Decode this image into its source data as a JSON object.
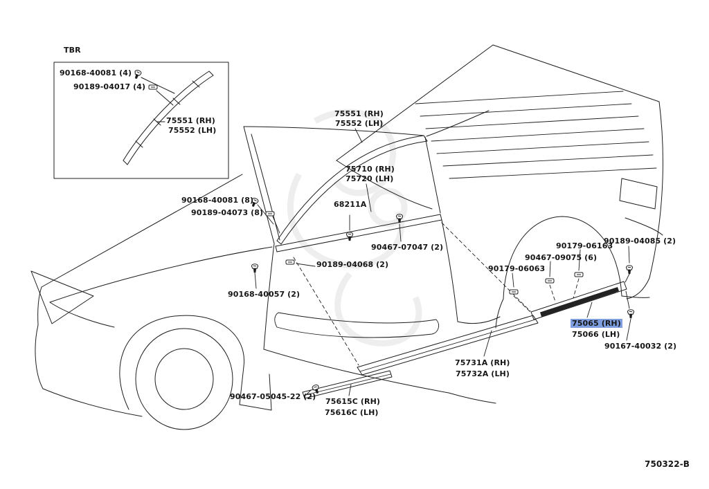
{
  "diagram": {
    "section_code": "TBR",
    "doc_number": "750322-B",
    "highlight_color": "#7f9ee0",
    "line_color": "#1c1c1c",
    "background_color": "#ffffff"
  },
  "labels": {
    "inset_screw": "90168-40081 (4)",
    "inset_clip": "90189-04017 (4)",
    "inset_moulding_rh": "75551 (RH)",
    "inset_moulding_lh": "75552 (LH)",
    "roof_moulding_rh": "75551 (RH)",
    "roof_moulding_lh": "75552 (LH)",
    "belt_moulding_rh": "75710 (RH)",
    "belt_moulding_lh": "75720 (LH)",
    "retainer_68211a": "68211A",
    "screw_90168_40081_8": "90168-40081 (8)",
    "clip_90189_04073_8": "90189-04073 (8)",
    "clip_90467_07047": "90467-07047 (2)",
    "clip_90189_04068": "90189-04068 (2)",
    "screw_90168_40057": "90168-40057 (2)",
    "nut_90179_06163": "90179-06163",
    "screw_90189_04085": "90189-04085 (2)",
    "clip_90467_09075": "90467-09075 (6)",
    "nut_90179_06063": "90179-06063",
    "quarter_moulding_rh": "75065 (RH)",
    "quarter_moulding_lh": "75066 (LH)",
    "screw_90167_40032": "90167-40032 (2)",
    "body_moulding_rh": "75731A (RH)",
    "body_moulding_lh": "75732A (LH)",
    "screw_90467_05045": "90467-05045-22 (2)",
    "rocker_moulding_rh": "75615C (RH)",
    "rocker_moulding_lh": "75616C (LH)"
  },
  "icons": {
    "screw": "screw-fastener-icon",
    "clip": "clip-fastener-icon"
  },
  "selection": {
    "selected_label": "75065 (RH)"
  }
}
